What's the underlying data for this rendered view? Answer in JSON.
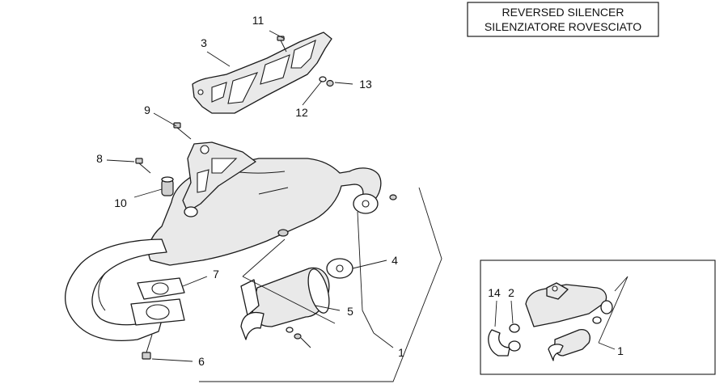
{
  "title_box": {
    "line1": "REVERSED SILENCER",
    "line2": "SILENZIATORE ROVESCIATO"
  },
  "callouts": {
    "c1": "1",
    "c2": "2",
    "c3": "3",
    "c4": "4",
    "c5": "5",
    "c6": "6",
    "c7": "7",
    "c8": "8",
    "c9": "9",
    "c10": "10",
    "c11": "11",
    "c12": "12",
    "c13": "13",
    "c14": "14"
  }
}
